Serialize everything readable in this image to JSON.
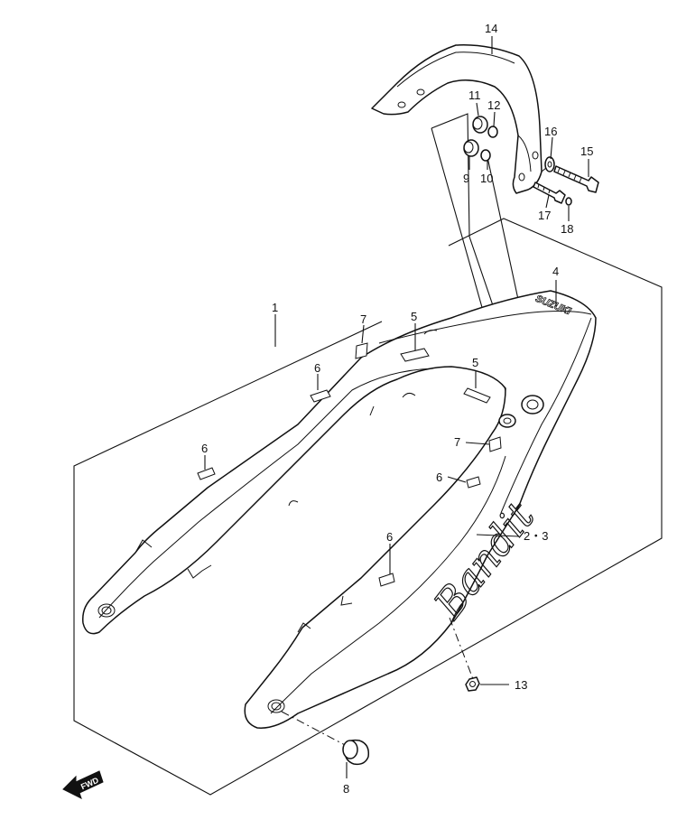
{
  "callouts": {
    "c1": "1",
    "c2_3": "2・3",
    "c4": "4",
    "c5a": "5",
    "c5b": "5",
    "c6a": "6",
    "c6b": "6",
    "c6c": "6",
    "c6d": "6",
    "c7a": "7",
    "c7b": "7",
    "c8": "8",
    "c9": "9",
    "c10": "10",
    "c11": "11",
    "c12": "12",
    "c13": "13",
    "c14": "14",
    "c15": "15",
    "c16": "16",
    "c17": "17",
    "c18": "18"
  },
  "decals": {
    "bandit_script": "Bandit",
    "brand_badge": "SUZUKI"
  },
  "fwd_label": "FWD"
}
